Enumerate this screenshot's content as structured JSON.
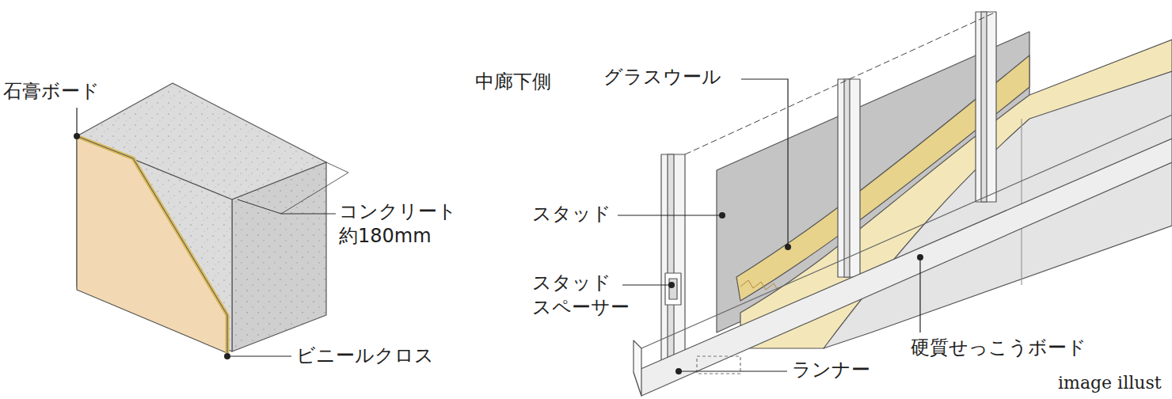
{
  "diagram": {
    "labels": [
      "石膏ボード",
      "コンクリート 約180mm",
      "ビニールクロス",
      "中廊下側",
      "グラスウール",
      "スタッド",
      "スタッド スペーサー",
      "ランナー",
      "硬質せっこうボード",
      "image illust"
    ]
  }
}
